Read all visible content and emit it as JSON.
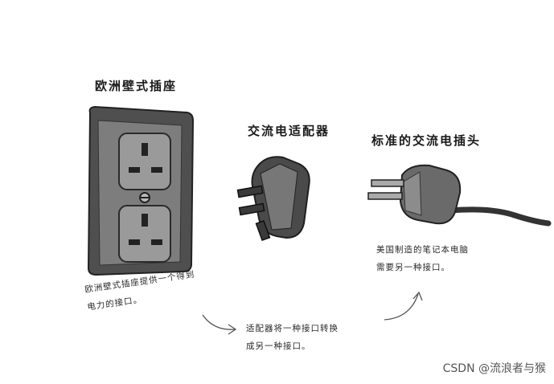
{
  "labels": {
    "socket_title": "欧洲壁式插座",
    "adapter_title": "交流电适配器",
    "plug_title": "标准的交流电插头"
  },
  "notes": {
    "socket_line1": "欧洲壁式插座提供一个得到",
    "socket_line2": "电力的接口。",
    "adapter_line1": "适配器将一种接口转换",
    "adapter_line2": "成另一种接口。",
    "plug_line1": "美国制造的笔记本电脑",
    "plug_line2": "需要另一种接口。"
  },
  "watermark": "CSDN @流浪者与猴",
  "colors": {
    "socket_body": "#5c5c5c",
    "socket_face": "#8a8a8a",
    "adapter": "#4a4a4a",
    "plug": "#6a6a6a",
    "prong": "#3a3a3a"
  }
}
